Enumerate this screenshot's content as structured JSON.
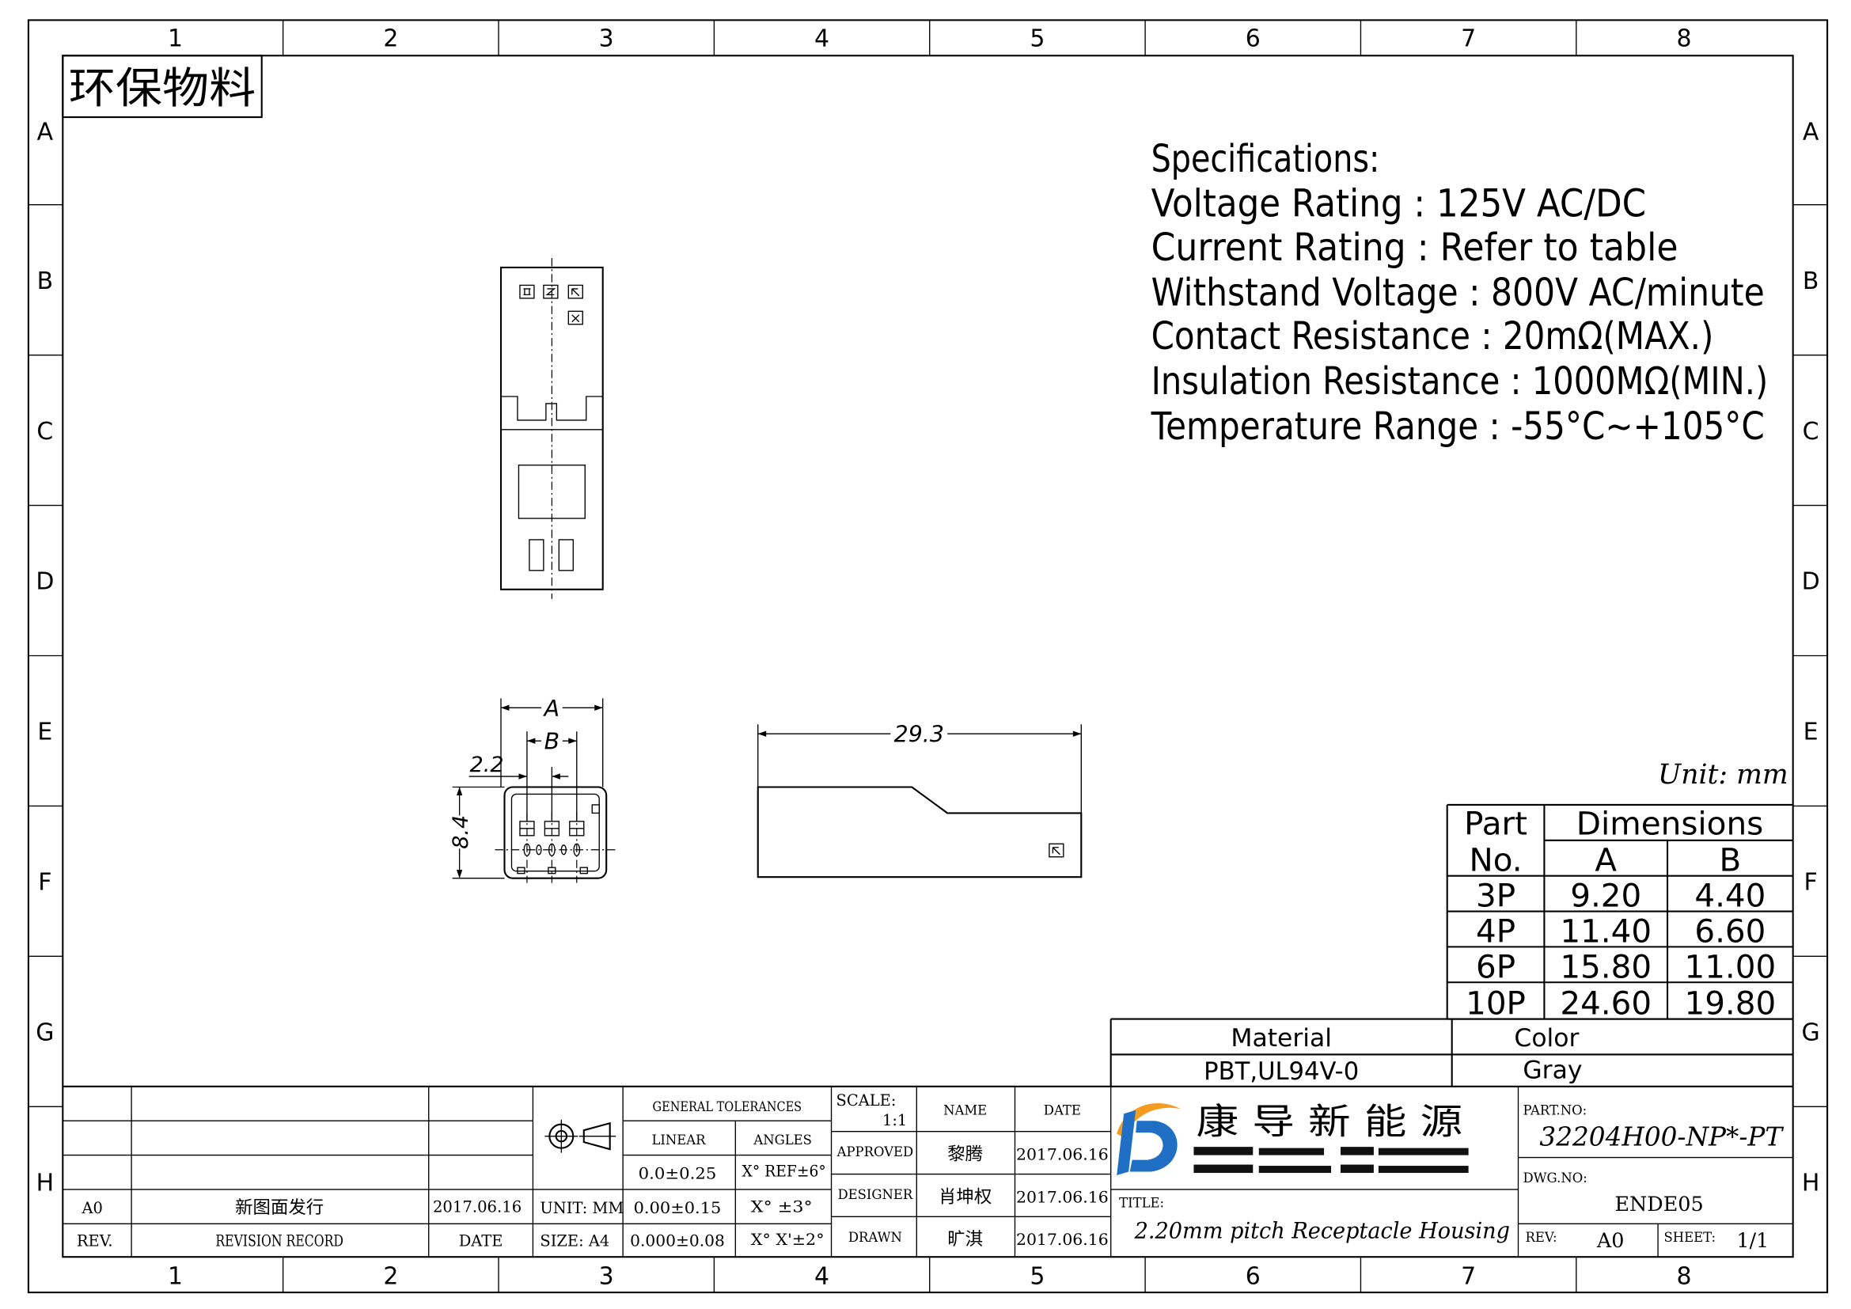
{
  "sheet": {
    "column_labels": [
      "1",
      "2",
      "3",
      "4",
      "5",
      "6",
      "7",
      "8"
    ],
    "row_labels": [
      "A",
      "B",
      "C",
      "D",
      "E",
      "F",
      "G",
      "H"
    ]
  },
  "stamp": "环保物料",
  "specifications": {
    "heading": "Specifications:",
    "lines": [
      "Voltage Rating : 125V AC/DC",
      "Current Rating : Refer to table",
      "Withstand Voltage : 800V AC/minute",
      "Contact Resistance : 20mΩ(MAX.)",
      "Insulation Resistance : 1000MΩ(MIN.)",
      "Temperature Range : -55°C~+105°C"
    ]
  },
  "dimensions": {
    "width_label": "A",
    "pin_span_label": "B",
    "pitch": "2.2",
    "height": "8.4",
    "length": "29.3"
  },
  "unit_note": "Unit: mm",
  "dimension_table": {
    "part_header": "Part",
    "no_header": "No.",
    "dimensions_header": "Dimensions",
    "a_header": "A",
    "b_header": "B",
    "rows": [
      {
        "part": "3P",
        "a": "9.20",
        "b": "4.40"
      },
      {
        "part": "4P",
        "a": "11.40",
        "b": "6.60"
      },
      {
        "part": "6P",
        "a": "15.80",
        "b": "11.00"
      },
      {
        "part": "10P",
        "a": "24.60",
        "b": "19.80"
      }
    ]
  },
  "material": {
    "label": "Material",
    "value": "PBT,UL94V-0"
  },
  "color": {
    "label": "Color",
    "value": "Gray"
  },
  "revision": {
    "rows": [
      {
        "rev": "A0",
        "record": "新图面发行",
        "date": "2017.06.16"
      }
    ],
    "header": {
      "rev": "REV.",
      "record": "REVISION RECORD",
      "date": "DATE"
    }
  },
  "unit": "UNIT: MM",
  "size": "SIZE: A4",
  "tolerances": {
    "title": "GENERAL TOLERANCES",
    "linear_label": "LINEAR",
    "angles_label": "ANGLES",
    "rows": [
      {
        "linear": "0.0±0.25",
        "angle": "X° REF±6°"
      },
      {
        "linear": "0.00±0.15",
        "angle": "X° ±3°"
      },
      {
        "linear": "0.000±0.08",
        "angle": "X° X'±2°"
      }
    ]
  },
  "approvals": {
    "scale_label": "SCALE:",
    "scale_value": "1:1",
    "name_header": "NAME",
    "date_header": "DATE",
    "rows": [
      {
        "role": "APPROVED",
        "name": "黎腾",
        "date": "2017.06.16"
      },
      {
        "role": "DESIGNER",
        "name": "肖坤权",
        "date": "2017.06.16"
      },
      {
        "role": "DRAWN",
        "name": "旷淇",
        "date": "2017.06.16"
      }
    ]
  },
  "company": {
    "name": "康 导 新 能 源",
    "logo_icon": "kd-logo-icon",
    "logo_colors": {
      "primary": "#1f6fc4",
      "accent": "#f39c1f"
    }
  },
  "title": {
    "label": "TITLE:",
    "value": "2.20mm pitch Receptacle Housing"
  },
  "part_no": {
    "label": "PART.NO:",
    "value": "32204H00-NP*-PT"
  },
  "dwg_no": {
    "label": "DWG.NO:",
    "value": "ENDE05"
  },
  "rev": {
    "label": "REV:",
    "value": "A0"
  },
  "sheet_no": {
    "label": "SHEET:",
    "value": "1/1"
  }
}
